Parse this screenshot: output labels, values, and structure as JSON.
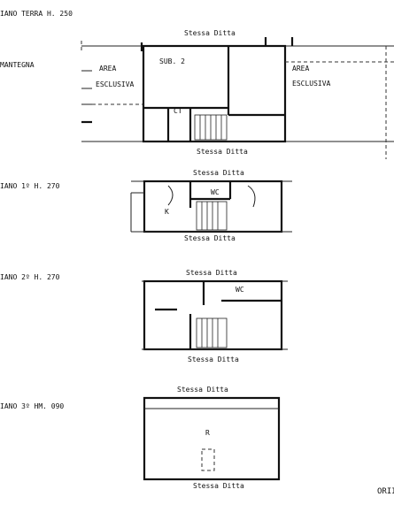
{
  "levels": [
    {
      "title": "IANO TERRA H. 250",
      "street": "MANTEGNA",
      "rooms": [
        "SUB. 2",
        "CT"
      ],
      "area_left": [
        "AREA",
        "ESCLUSIVA"
      ],
      "area_right": [
        "AREA",
        "ESCLUSIVA"
      ],
      "top_label": "Stessa Ditta",
      "bottom_label": "Stessa Ditta"
    },
    {
      "title": "IANO 1º H. 270",
      "rooms": [
        "WC",
        "K"
      ],
      "top_label": "Stessa Ditta",
      "bottom_label": "Stessa Ditta"
    },
    {
      "title": "IANO 2º H. 270",
      "rooms": [
        "WC"
      ],
      "top_label": "Stessa Ditta",
      "bottom_label": "Stessa Ditta"
    },
    {
      "title": "IANO 3º HM. 090",
      "rooms": [
        "R"
      ],
      "top_label": "Stessa Ditta",
      "bottom_label": "Stessa Ditta"
    }
  ],
  "orientation_label": "ORII"
}
